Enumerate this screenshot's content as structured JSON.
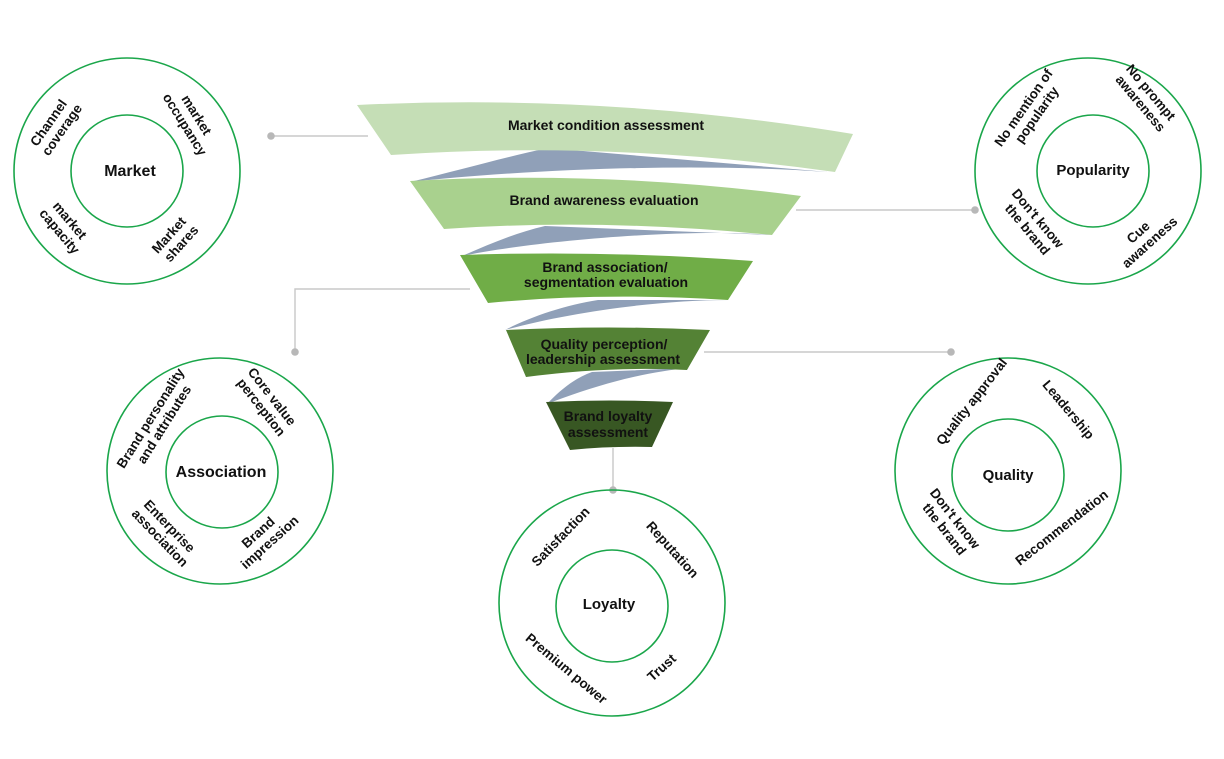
{
  "colors": {
    "ring": "#1aa64a",
    "connector": "#c8c8c8",
    "dot": "#b8b8b8",
    "ribbon": "#8a9bb4",
    "stage1": "#c5deb6",
    "stage2": "#a9d18e",
    "stage3": "#70ad47",
    "stage4": "#548235",
    "stage5": "#385723"
  },
  "funnel": {
    "stages": [
      {
        "lines": [
          "Market condition assessment"
        ]
      },
      {
        "lines": [
          "Brand awareness evaluation"
        ]
      },
      {
        "lines": [
          "Brand association/",
          "segmentation evaluation"
        ]
      },
      {
        "lines": [
          "Quality perception/",
          "leadership assessment"
        ]
      },
      {
        "lines": [
          "Brand loyalty",
          "assessment"
        ]
      }
    ]
  },
  "circles": {
    "market": {
      "center": "Market",
      "segments": [
        {
          "lines": [
            "Channel",
            "coverage"
          ]
        },
        {
          "lines": [
            "market",
            "occupancy"
          ]
        },
        {
          "lines": [
            "market",
            "capacity"
          ]
        },
        {
          "lines": [
            "Market",
            "shares"
          ]
        }
      ]
    },
    "popularity": {
      "center": "Popularity",
      "segments": [
        {
          "lines": [
            "No mention of",
            "popularity"
          ]
        },
        {
          "lines": [
            "No prompt",
            "awareness"
          ]
        },
        {
          "lines": [
            "Don't know",
            "the brand"
          ]
        },
        {
          "lines": [
            "Cue",
            "awareness"
          ]
        }
      ]
    },
    "association": {
      "center": "Association",
      "segments": [
        {
          "lines": [
            "Brand personality",
            "and attributes"
          ]
        },
        {
          "lines": [
            "Core value",
            "perception"
          ]
        },
        {
          "lines": [
            "Enterprise",
            "association"
          ]
        },
        {
          "lines": [
            "Brand",
            "impression"
          ]
        }
      ]
    },
    "quality": {
      "center": "Quality",
      "segments": [
        {
          "lines": [
            "Quality approval"
          ]
        },
        {
          "lines": [
            "Leadership"
          ]
        },
        {
          "lines": [
            "Don't know",
            "the brand"
          ]
        },
        {
          "lines": [
            "Recommendation"
          ]
        }
      ]
    },
    "loyalty": {
      "center": "Loyalty",
      "segments": [
        {
          "lines": [
            "Satisfaction"
          ]
        },
        {
          "lines": [
            "Reputation"
          ]
        },
        {
          "lines": [
            "Premium power"
          ]
        },
        {
          "lines": [
            "Trust"
          ]
        }
      ]
    }
  }
}
